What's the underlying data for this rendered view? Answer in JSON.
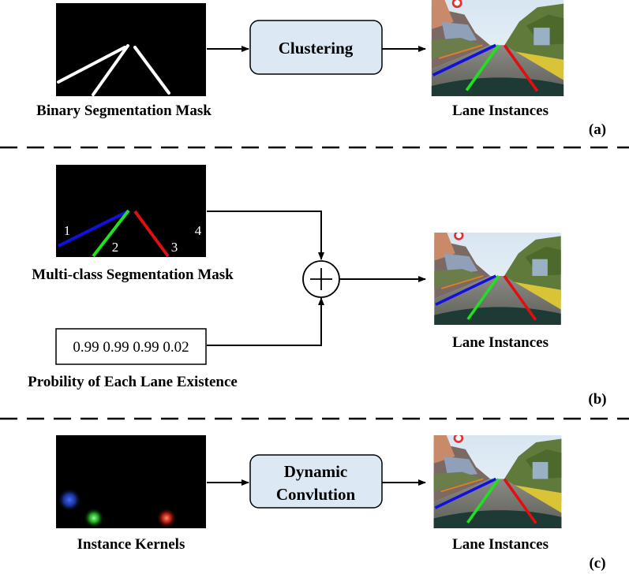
{
  "panel_a": {
    "input_label": "Binary Segmentation Mask",
    "process_label": "Clustering",
    "output_label": "Lane Instances",
    "tag": "(a)"
  },
  "panel_b": {
    "input_label": "Multi-class Segmentation Mask",
    "lane_numbers": [
      "1",
      "2",
      "3",
      "4"
    ],
    "probabilities": "0.99 0.99 0.99 0.02",
    "prob_label": "Probility of Each Lane Existence",
    "output_label": "Lane Instances",
    "tag": "(b)"
  },
  "panel_c": {
    "input_label": "Instance Kernels",
    "process_label_line1": "Dynamic",
    "process_label_line2": "Convlution",
    "output_label": "Lane Instances",
    "tag": "(c)"
  },
  "colors": {
    "lane_blue": "#1010e0",
    "lane_green": "#20e020",
    "lane_red": "#e01010",
    "box_fill": "#dce9f5",
    "mask_bg": "#000000"
  }
}
